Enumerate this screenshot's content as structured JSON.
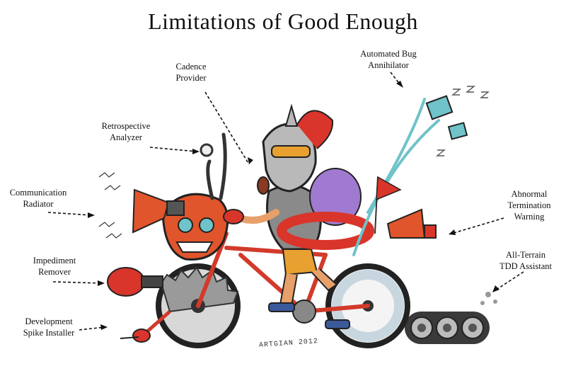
{
  "title": "Limitations of Good Enough",
  "labels": {
    "cadence": [
      "Cadence",
      "Provider"
    ],
    "bug": [
      "Automated Bug",
      "Annihilator"
    ],
    "retro": [
      "Retrospective",
      "Analyzer"
    ],
    "comm": [
      "Communication",
      "Radiator"
    ],
    "abnormal": [
      "Abnormal",
      "Termination",
      "Warning"
    ],
    "impediment": [
      "Impediment",
      "Remover"
    ],
    "allterrain": [
      "All-Terrain",
      "TDD Assistant"
    ],
    "devspike": [
      "Development",
      "Spike Installer"
    ]
  },
  "signature": "ARTGIAN 2012",
  "colors": {
    "orange": "#e0552b",
    "dark": "#2a2a2a",
    "cyan": "#6fc3c9",
    "purple": "#a07ad0",
    "red": "#d9352a",
    "skin": "#e8a06a"
  }
}
